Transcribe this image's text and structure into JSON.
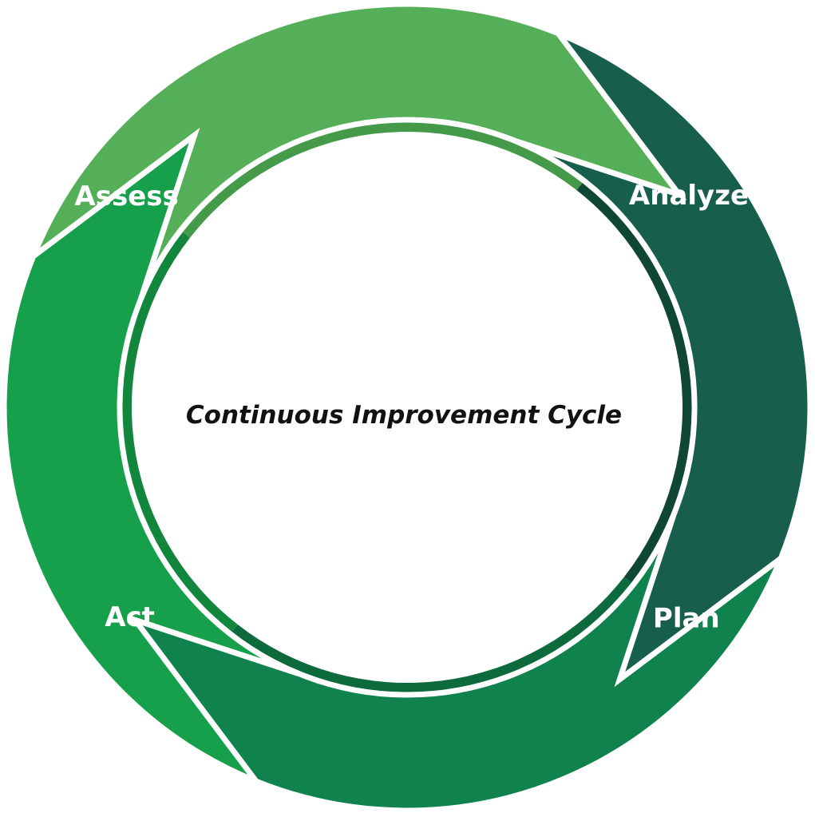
{
  "diagram": {
    "center_label": "Continuous Improvement Cycle",
    "stages": [
      {
        "label": "Assess",
        "color": "#175f4c",
        "inner_color": "#0f4636"
      },
      {
        "label": "Analyze",
        "color": "#10824d",
        "inner_color": "#0c6a3c"
      },
      {
        "label": "Plan",
        "color": "#17a04c",
        "inner_color": "#13863d"
      },
      {
        "label": "Act",
        "color": "#55af58",
        "inner_color": "#449a48"
      }
    ]
  }
}
